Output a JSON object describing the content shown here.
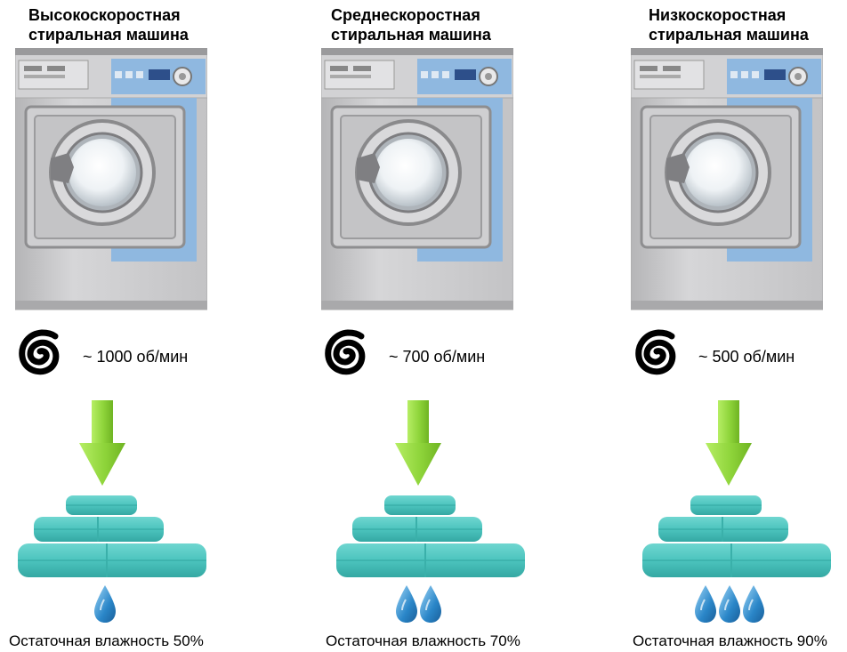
{
  "columns": [
    {
      "title_line1": "Высокоскоростная",
      "title_line2": "стиральная машина",
      "speed": "~ 1000 об/мин",
      "drops": 1,
      "caption": "Остаточная влажность 50%"
    },
    {
      "title_line1": "Среднескоростная",
      "title_line2": "стиральная машина",
      "speed": "~ 700 об/мин",
      "drops": 2,
      "caption": "Остаточная влажность 70%"
    },
    {
      "title_line1": "Низкоскоростная",
      "title_line2": "стиральная машина",
      "speed": "~ 500 об/мин",
      "drops": 3,
      "caption": "Остаточная влажность 90%"
    }
  ],
  "colors": {
    "washer_body": "#c9c9c9",
    "washer_accent": "#8fb8e0",
    "arrow_green": "#8ed43a",
    "towel": "#4cc4be",
    "drop": "#2a86c8"
  }
}
